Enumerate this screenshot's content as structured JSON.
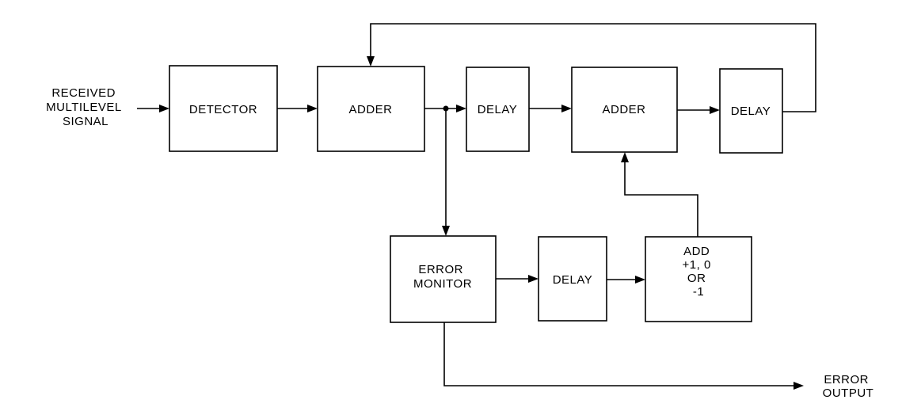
{
  "input": {
    "lines": [
      "RECEIVED",
      "MULTILEVEL",
      "SIGNAL"
    ]
  },
  "blocks": {
    "detector": {
      "lines": [
        "DETECTOR"
      ]
    },
    "adder_1": {
      "lines": [
        "ADDER"
      ]
    },
    "delay_1": {
      "lines": [
        "DELAY"
      ]
    },
    "adder_2": {
      "lines": [
        "ADDER"
      ]
    },
    "delay_2": {
      "lines": [
        "DELAY"
      ]
    },
    "error_monitor": {
      "lines": [
        "ERROR",
        "MONITOR"
      ]
    },
    "delay_3": {
      "lines": [
        "DELAY"
      ]
    },
    "add_block": {
      "lines": [
        "ADD",
        "+1, 0",
        "OR",
        "-1"
      ]
    }
  },
  "output": {
    "lines": [
      "ERROR",
      "OUTPUT"
    ]
  },
  "colors": {
    "ink": "#000000",
    "paper": "#ffffff"
  }
}
